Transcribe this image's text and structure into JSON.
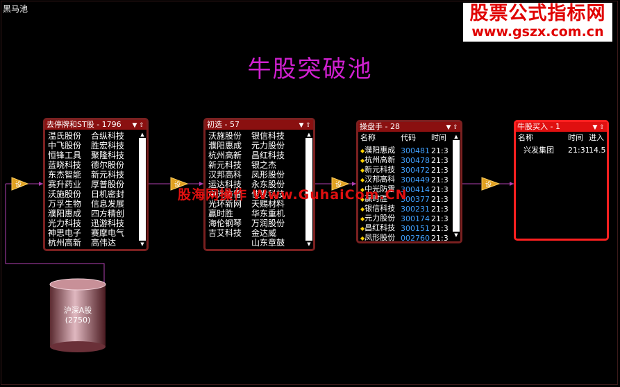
{
  "window_title": "黑马池",
  "logo": {
    "line1": "股票公式指标网",
    "line2": "www.gszx.com.cn"
  },
  "main_title": "牛股突破池",
  "watermark": "股海网操作 Www.GuhaiCom.CN",
  "source": {
    "name": "沪深A股",
    "count": "(2750)"
  },
  "node_label": "设",
  "colors": {
    "panel_border": "#7a2020",
    "highlight": "#ff2020",
    "title": "#d020d0",
    "code": "#40a0ff"
  },
  "panel1": {
    "title": "去停牌和ST股 - 1796",
    "col1": [
      "温氏股份",
      "中飞股份",
      "恒锋工具",
      "蓝晓科技",
      "东杰智能",
      "赛升药业",
      "沃施股份",
      "万孚生物",
      "濮阳惠成",
      "光力科技",
      "神思电子",
      "杭州高新"
    ],
    "col2": [
      "合纵科技",
      "胜宏科技",
      "聚隆科技",
      "德尔股份",
      "新元科技",
      "厚普股份",
      "日机密封",
      "信息发展",
      "四方精创",
      "迅游科技",
      "赛摩电气",
      "高伟达"
    ]
  },
  "panel2": {
    "title": "初选 - 57",
    "col1": [
      "沃施股份",
      "濮阳惠成",
      "杭州高新",
      "新元科技",
      "汉邦高科",
      "运达科技",
      "中光防雷",
      "光环新网",
      "赢时胜",
      "海伦钢琴",
      "吉艾科技"
    ],
    "col2": [
      "银信科技",
      "元力股份",
      "昌红科技",
      "银之杰",
      "凤形股份",
      "永东股份",
      "佳发科技",
      "天赐材料",
      "华东重机",
      "万润股份",
      "金达威",
      "山东章鼓"
    ]
  },
  "panel3": {
    "title": "操盘手 - 28",
    "headers": {
      "name": "名称",
      "code": "代码",
      "time": "时间"
    },
    "rows": [
      {
        "name": "濮阳惠成",
        "code": "300481",
        "time": "21:3"
      },
      {
        "name": "杭州高新",
        "code": "300478",
        "time": "21:3"
      },
      {
        "name": "新元科技",
        "code": "300472",
        "time": "21:3"
      },
      {
        "name": "汉邦高科",
        "code": "300449",
        "time": "21:3"
      },
      {
        "name": "中光防雷",
        "code": "300414",
        "time": "21:3"
      },
      {
        "name": "赢时胜",
        "code": "300377",
        "time": "21:3"
      },
      {
        "name": "银信科技",
        "code": "300231",
        "time": "21:3"
      },
      {
        "name": "元力股份",
        "code": "300174",
        "time": "21:3"
      },
      {
        "name": "昌红科技",
        "code": "300151",
        "time": "21:3"
      },
      {
        "name": "凤形股份",
        "code": "002760",
        "time": "21:3"
      }
    ]
  },
  "panel4": {
    "title": "牛股买入 - 1",
    "headers": {
      "name": "名称",
      "time": "时间",
      "price": "进入"
    },
    "rows": [
      {
        "name": "兴发集团",
        "time": "21:31",
        "price": "14.5"
      }
    ]
  }
}
